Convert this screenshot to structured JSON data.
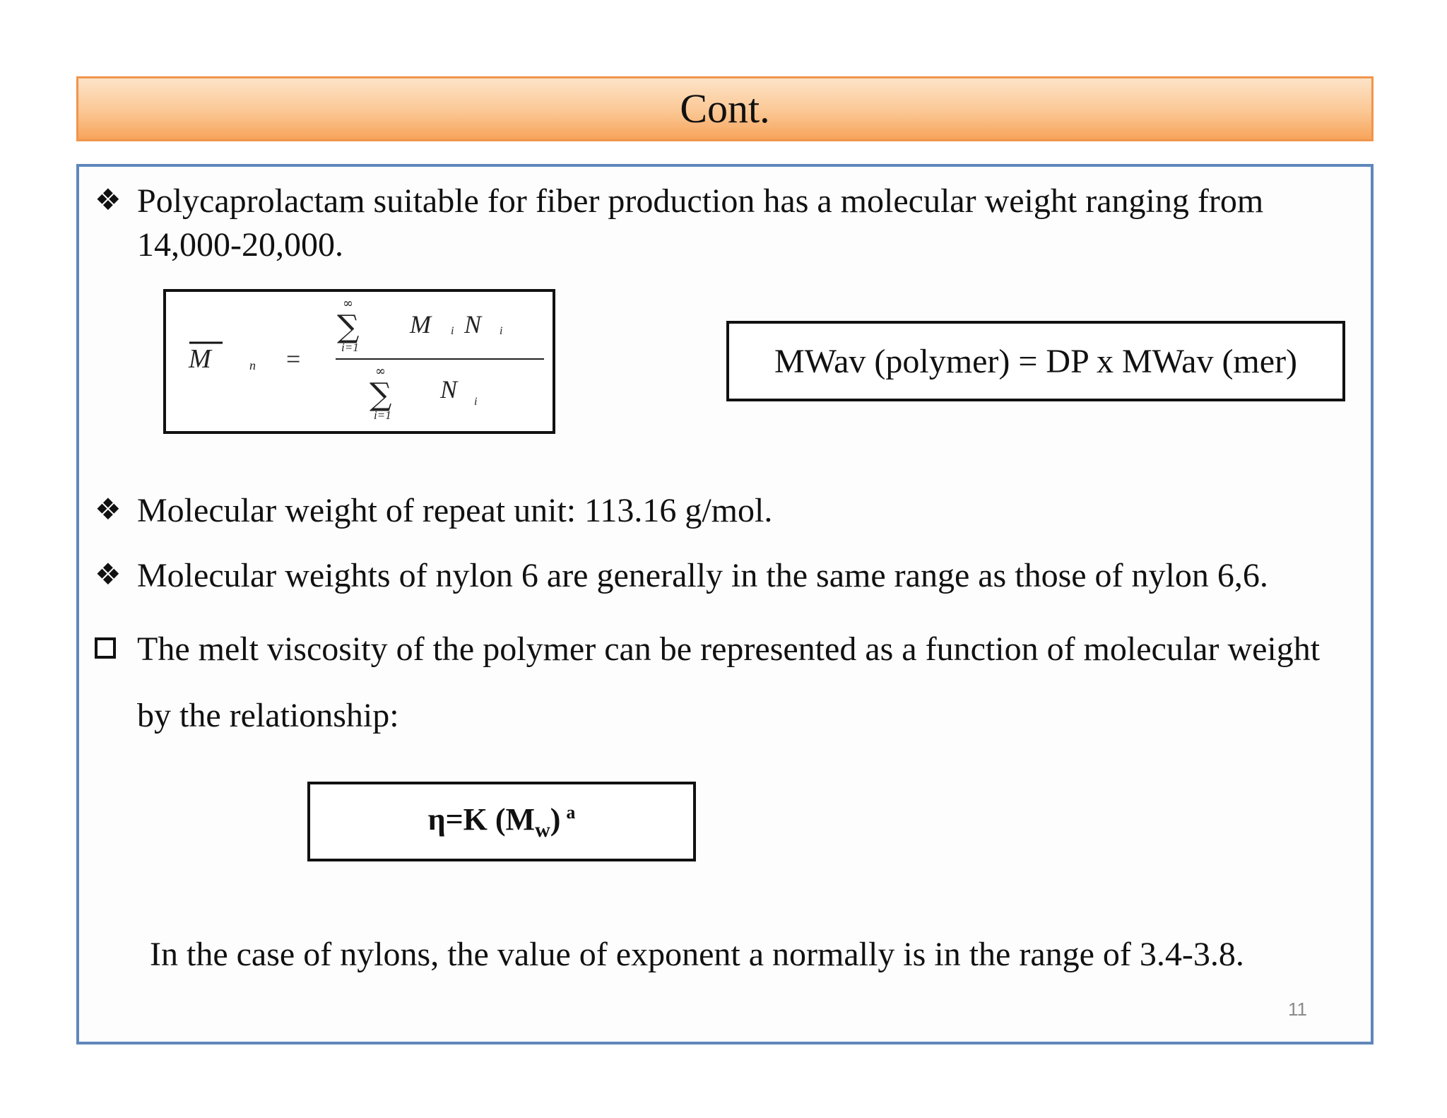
{
  "slide": {
    "title": "Cont.",
    "bullets": [
      "Polycaprolactam suitable for fiber production has a molecular weight ranging from 14,000-20,000.",
      "Molecular weight of repeat unit: 113.16 g/mol.",
      "Molecular weights of nylon 6 are generally in the same range as those of nylon 6,6."
    ],
    "checkbox_item": "The melt viscosity of the polymer can be represented as a function of molecular weight by the relationship:",
    "equations": {
      "mn_lhs_symbol": "M",
      "mn_lhs_sub": "n",
      "mn_equals": "=",
      "mn_sum_top": "∞",
      "mn_sum_bottom_num": "i=1",
      "mn_sum_bottom_den": "i=1",
      "mn_numerator": "M",
      "mn_numerator_n": "N",
      "mn_numerator_sub_i": "i",
      "mn_denominator": "N",
      "mn_denominator_sub": "i",
      "sigma": "∑",
      "mw": "MWav (polymer) = DP x MWav (mer)",
      "viscosity_main": "η=K (M",
      "viscosity_sub": "w",
      "viscosity_close": ")",
      "viscosity_exp": "a"
    },
    "closing_note": "In the case of nylons, the value of exponent a normally is in the range of 3.4-3.8.",
    "page_number": "11"
  }
}
